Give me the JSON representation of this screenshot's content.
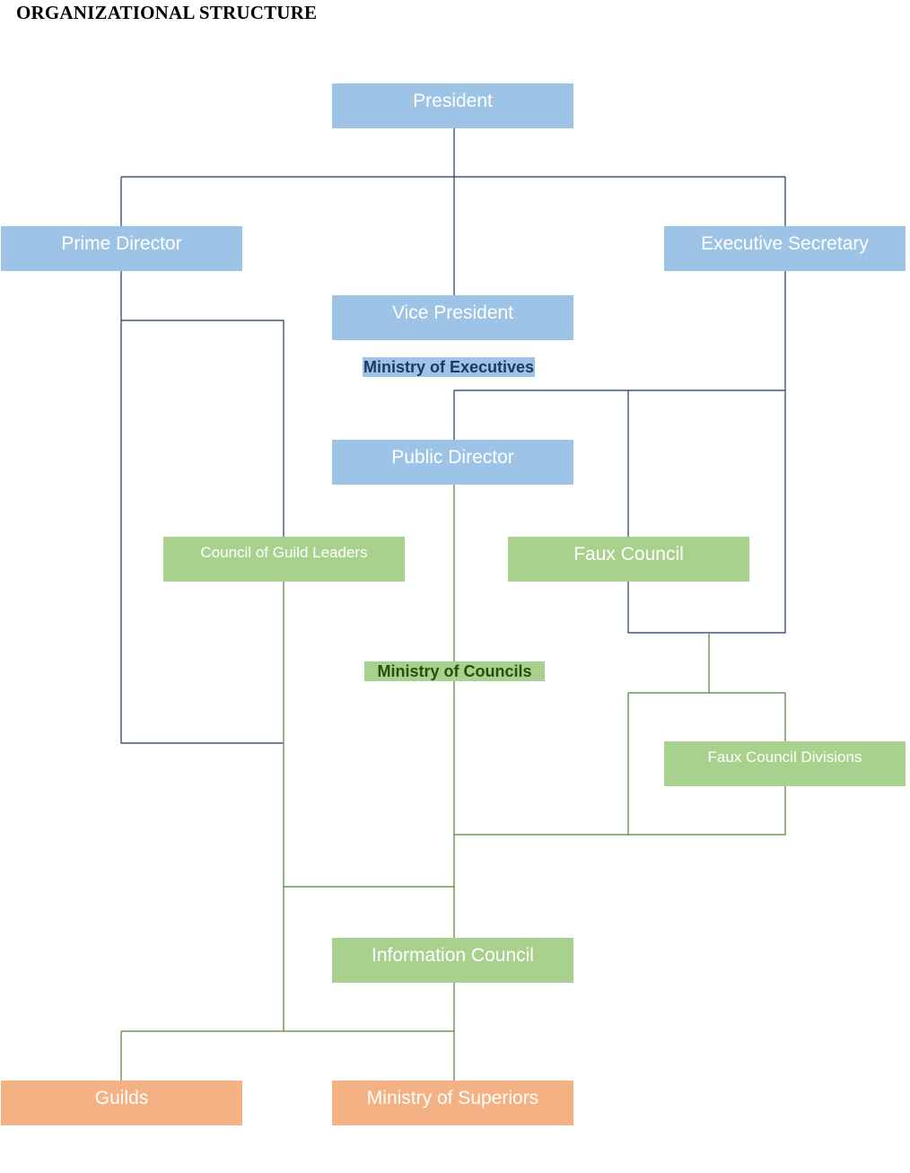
{
  "title": "ORGANIZATIONAL STRUCTURE",
  "colors": {
    "executive": "#9dc3e6",
    "council": "#a9d18e",
    "base": "#f4b183",
    "executive_line": "#1f3864",
    "council_line": "#548235"
  },
  "nodes": {
    "president": "President",
    "prime_director": "Prime Director",
    "executive_secretary": "Executive Secretary",
    "vice_president": "Vice President",
    "public_director": "Public Director",
    "council_of_guild_leaders": "Council of Guild Leaders",
    "faux_council": "Faux Council",
    "faux_council_divisions": "Faux Council Divisions",
    "information_council": "Information Council",
    "guilds": "Guilds",
    "ministry_of_superiors": "Ministry of Superiors"
  },
  "groups": {
    "ministry_of_executives": "Ministry of Executives",
    "ministry_of_councils": "Ministry of Councils"
  }
}
